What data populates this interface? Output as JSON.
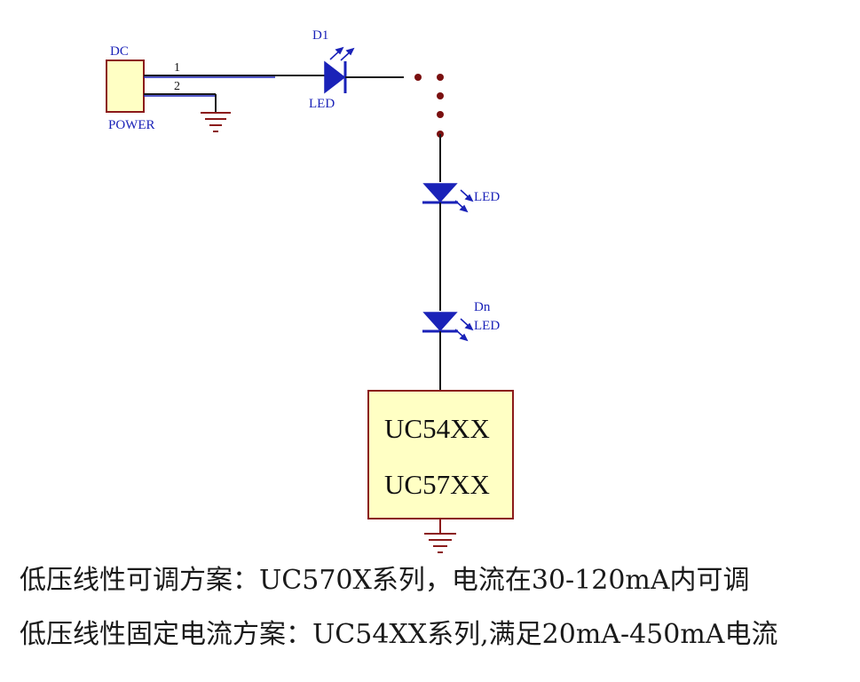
{
  "power_connector": {
    "label_top": "DC",
    "label_bottom": "POWER",
    "pin1": "1",
    "pin2": "2"
  },
  "led_d1": {
    "designator": "D1",
    "type": "LED"
  },
  "led_middle": {
    "type": "LED"
  },
  "led_dn": {
    "designator": "Dn",
    "type": "LED"
  },
  "driver_chip": {
    "line1": "UC54XX",
    "line2": "UC57XX"
  },
  "captions": {
    "line1": "低压线性可调方案：UC570X系列，电流在30-120mA内可调",
    "line2": "低压线性固定电流方案：UC54XX系列,满足20mA-450mA电流"
  },
  "colors": {
    "wire": "#1a1a1a",
    "component": "#1a22b8",
    "ground": "#8b1a1a",
    "chip_fill": "#ffffc4",
    "chip_border": "#8b1a1a",
    "dots": "#7a1010"
  }
}
